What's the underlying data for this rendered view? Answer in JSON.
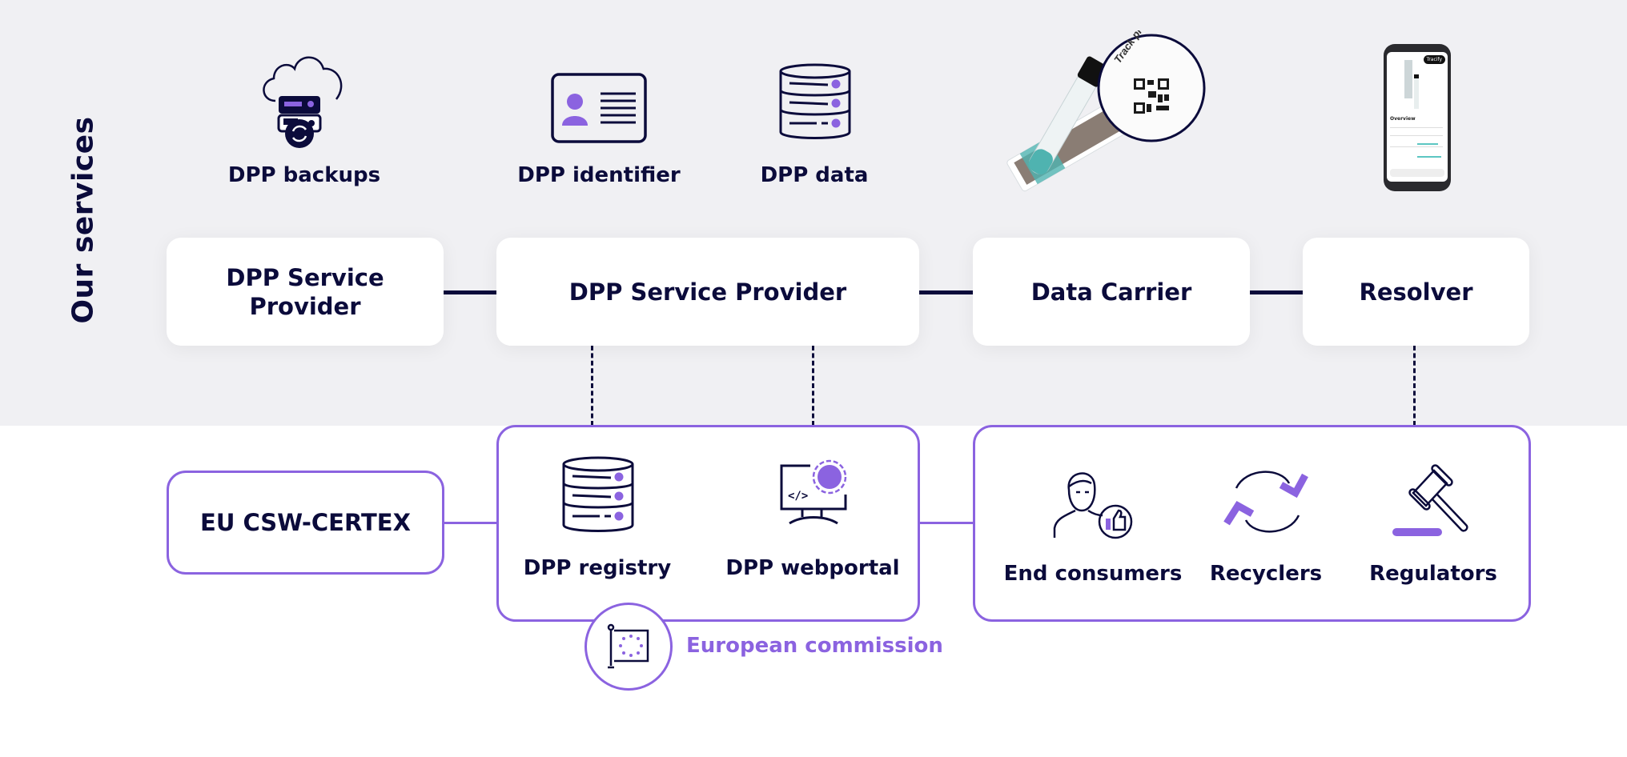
{
  "section_title": "Our services",
  "top_icons": [
    {
      "label": "DPP backups",
      "icon": "cloud-server-backup-icon"
    },
    {
      "label": "DPP identifier",
      "icon": "id-card-icon"
    },
    {
      "label": "DPP data",
      "icon": "database-icon"
    }
  ],
  "product_image": {
    "magnifier_text": "Track product",
    "icon": "product-qr-code-image"
  },
  "phone_image": {
    "screen_heading": "Overview",
    "badge": "Tracify",
    "icon": "smartphone-dpp-view-image"
  },
  "service_chain": [
    {
      "label": "DPP Service Provider"
    },
    {
      "label": "DPP Service Provider"
    },
    {
      "label": "Data Carrier"
    },
    {
      "label": "Resolver"
    }
  ],
  "eu_box": {
    "label": "EU CSW-CERTEX"
  },
  "provider_group": {
    "items": [
      {
        "label": "DPP registry",
        "icon": "database-icon"
      },
      {
        "label": "DPP webportal",
        "icon": "web-portal-icon"
      }
    ]
  },
  "stakeholder_group": {
    "items": [
      {
        "label": "End consumers",
        "icon": "person-thumbs-up-icon"
      },
      {
        "label": "Recyclers",
        "icon": "recycle-arrows-icon"
      },
      {
        "label": "Regulators",
        "icon": "gavel-icon"
      }
    ]
  },
  "european_commission": {
    "label": "European commission",
    "icon": "eu-flag-icon"
  },
  "colors": {
    "navy": "#0b0b3b",
    "purple": "#8b63e0",
    "background_gray": "#f0f0f3",
    "white": "#ffffff"
  }
}
